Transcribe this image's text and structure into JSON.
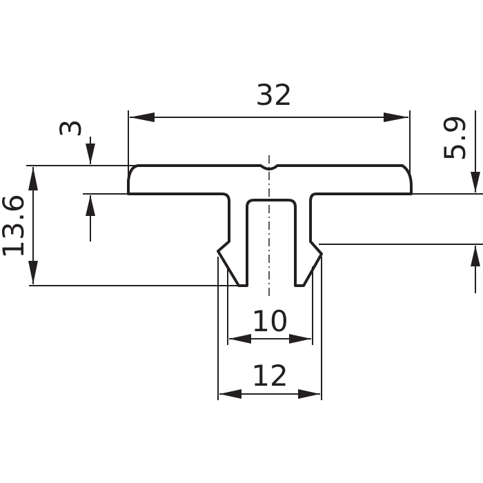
{
  "drawing": {
    "dimensions": {
      "width_top": "32",
      "flange_thickness": "3",
      "total_height": "13.6",
      "height_right": "5.9",
      "inner_width": "10",
      "outer_width": "12"
    }
  }
}
